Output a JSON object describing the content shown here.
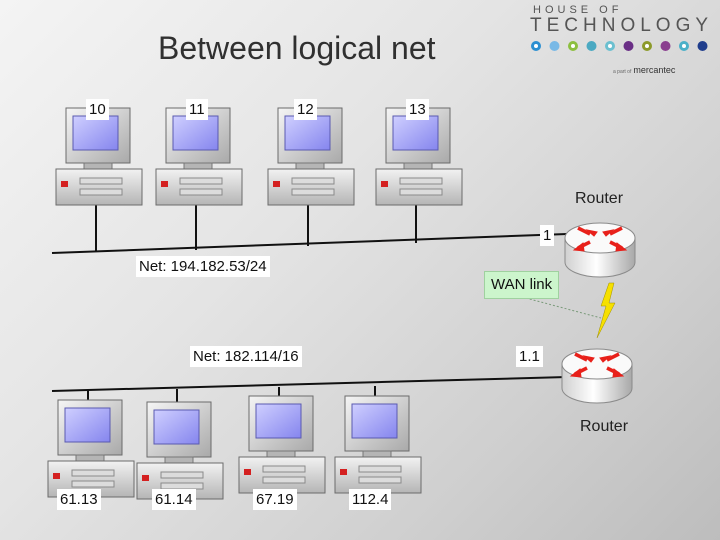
{
  "slide": {
    "title": "Between logical net"
  },
  "logo": {
    "line1": "HOUSE OF",
    "line2": "TECHNOLOGY",
    "tagline_small": "a part of",
    "tagline": "mercantec"
  },
  "top_network": {
    "hosts": [
      "10",
      "11",
      "12",
      "13"
    ],
    "net_label": "Net: 194.182.53/24",
    "router_label": "Router",
    "router_interface": "1"
  },
  "wan": {
    "label": "WAN link"
  },
  "bottom_network": {
    "hosts": [
      "61.13",
      "61.14",
      "67.19",
      "112.4"
    ],
    "net_label": "Net: 182.114/16",
    "router_label": "Router",
    "router_interface": "1.1"
  },
  "colors": {
    "logo_dots": [
      "#2b8fd1",
      "#79b9e6",
      "#8cbf3f",
      "#4ba9c2",
      "#6cc0d0",
      "#6a2f86",
      "#8c9a2a",
      "#8a3f8f",
      "#4ab0c8",
      "#1f3d8c"
    ],
    "wan_fill": "#ccf5cc",
    "lightning": "#f6e000",
    "router_arrows": "#e8201a"
  }
}
